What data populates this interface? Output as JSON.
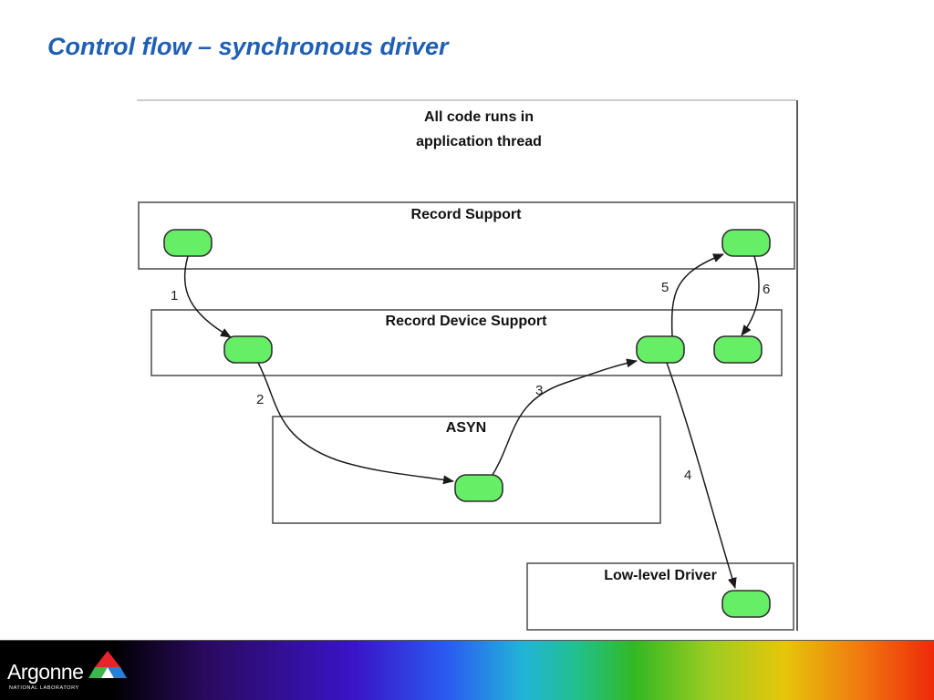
{
  "slide": {
    "title": "Control flow – synchronous driver"
  },
  "diagram": {
    "caption_line1": "All code runs in",
    "caption_line2": "application thread",
    "boxes": {
      "record_support": "Record Support",
      "record_device_support": "Record Device Support",
      "asyn": "ASYN",
      "low_level_driver": "Low-level Driver"
    },
    "steps": [
      "1",
      "2",
      "3",
      "4",
      "5",
      "6"
    ],
    "colors": {
      "node_fill": "#66ee66",
      "title_color": "#1f5fb5"
    }
  },
  "footer": {
    "logo_text": "Argonne",
    "logo_subtext": "NATIONAL LABORATORY",
    "logo_icon": "argonne-triangle-icon"
  }
}
